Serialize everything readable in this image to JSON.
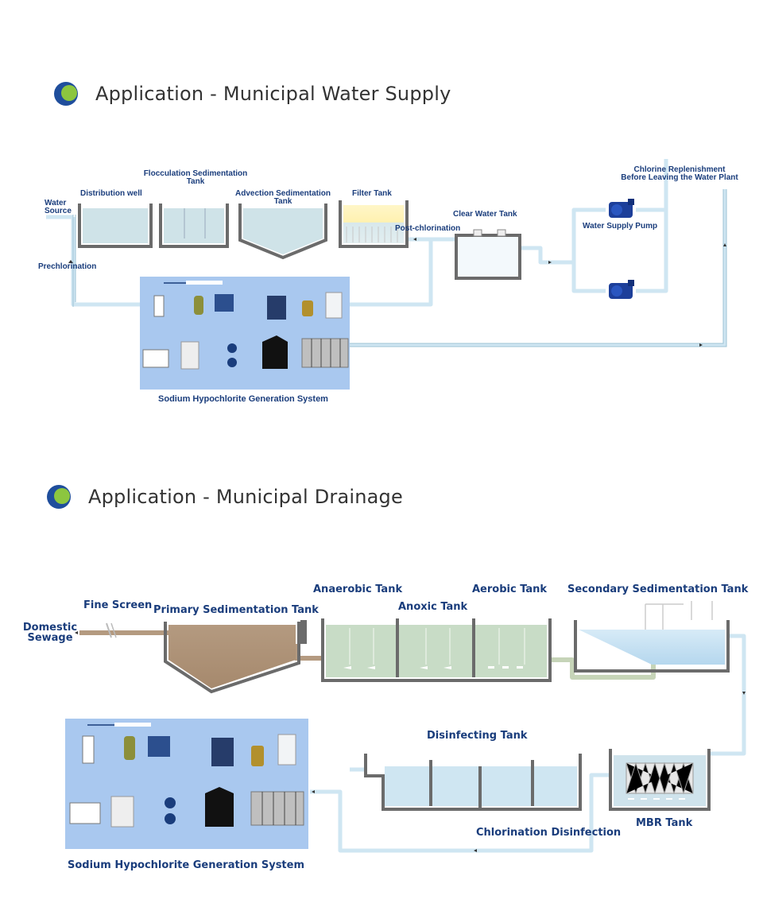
{
  "sections": {
    "supply": {
      "title": "Application - Municipal Water Supply",
      "labels": {
        "water_source": [
          "Water",
          "Source"
        ],
        "distribution_well": "Distribution well",
        "flocculation": [
          "Flocculation Sedimentation",
          "Tank"
        ],
        "advection": [
          "Advection Sedimentation",
          "Tank"
        ],
        "filter_tank": "Filter Tank",
        "post_chlorination": "Post-chlorination",
        "clear_water_tank": "Clear Water Tank",
        "water_supply_pump": "Water Supply Pump",
        "chlorine_replenishment": [
          "Chlorine Replenishment",
          "Before Leaving the Water Plant"
        ],
        "prechlorination": "Prechlorination",
        "naclo_system": "Sodium Hypochlorite Generation System"
      }
    },
    "drainage": {
      "title": "Application - Municipal Drainage",
      "labels": {
        "domestic_sewage": [
          "Domestic",
          "Sewage"
        ],
        "fine_screen": "Fine Screen",
        "primary_sedimentation": "Primary Sedimentation Tank",
        "anaerobic_tank": "Anaerobic Tank",
        "anoxic_tank": "Anoxic Tank",
        "aerobic_tank": "Aerobic Tank",
        "secondary_sedimentation": "Secondary Sedimentation Tank",
        "disinfecting_tank": "Disinfecting Tank",
        "mbr_tank": "MBR Tank",
        "chlorination_disinfection": "Chlorination Disinfection",
        "naclo_system": "Sodium Hypochlorite Generation System"
      }
    }
  },
  "colors": {
    "title_text": "#333333",
    "label_text": "#1a3d7c",
    "logo_blue": "#1f4e9c",
    "logo_green": "#8cc63f",
    "pipe": "#cfe6f2",
    "pipe_edge": "#8fb8cc",
    "tank_wall": "#6b6b6b",
    "water": "#cfe3e8",
    "panel": "#a9c8ef"
  }
}
